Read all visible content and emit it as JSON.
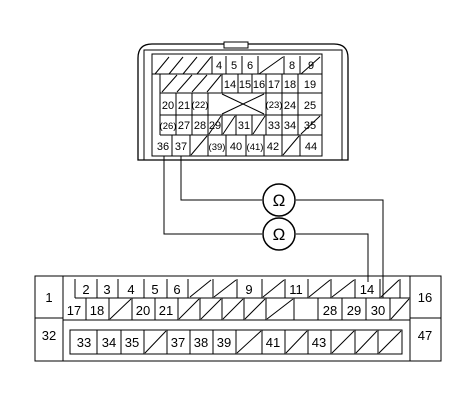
{
  "upper_connector": {
    "row1": [
      "4",
      "5",
      "6",
      "8",
      "9"
    ],
    "row2": [
      "14",
      "15",
      "16",
      "17",
      "18",
      "19"
    ],
    "row3": [
      "20",
      "21",
      "(22)",
      "(23)",
      "24",
      "25"
    ],
    "row4": [
      "(26)",
      "27",
      "28",
      "29",
      "31",
      "33",
      "34",
      "35"
    ],
    "row5": [
      "36",
      "37",
      "(39)",
      "40",
      "(41)",
      "42",
      "44"
    ]
  },
  "meter_symbol": "Ω",
  "lower_connector": {
    "row1": [
      "2",
      "3",
      "4",
      "5",
      "6",
      "9",
      "11",
      "14"
    ],
    "row2": [
      "17",
      "18",
      "20",
      "21",
      "28",
      "29",
      "30"
    ],
    "row3": [
      "33",
      "34",
      "35",
      "37",
      "38",
      "39",
      "41",
      "43"
    ],
    "edge": [
      "1",
      "16",
      "32",
      "47"
    ]
  }
}
